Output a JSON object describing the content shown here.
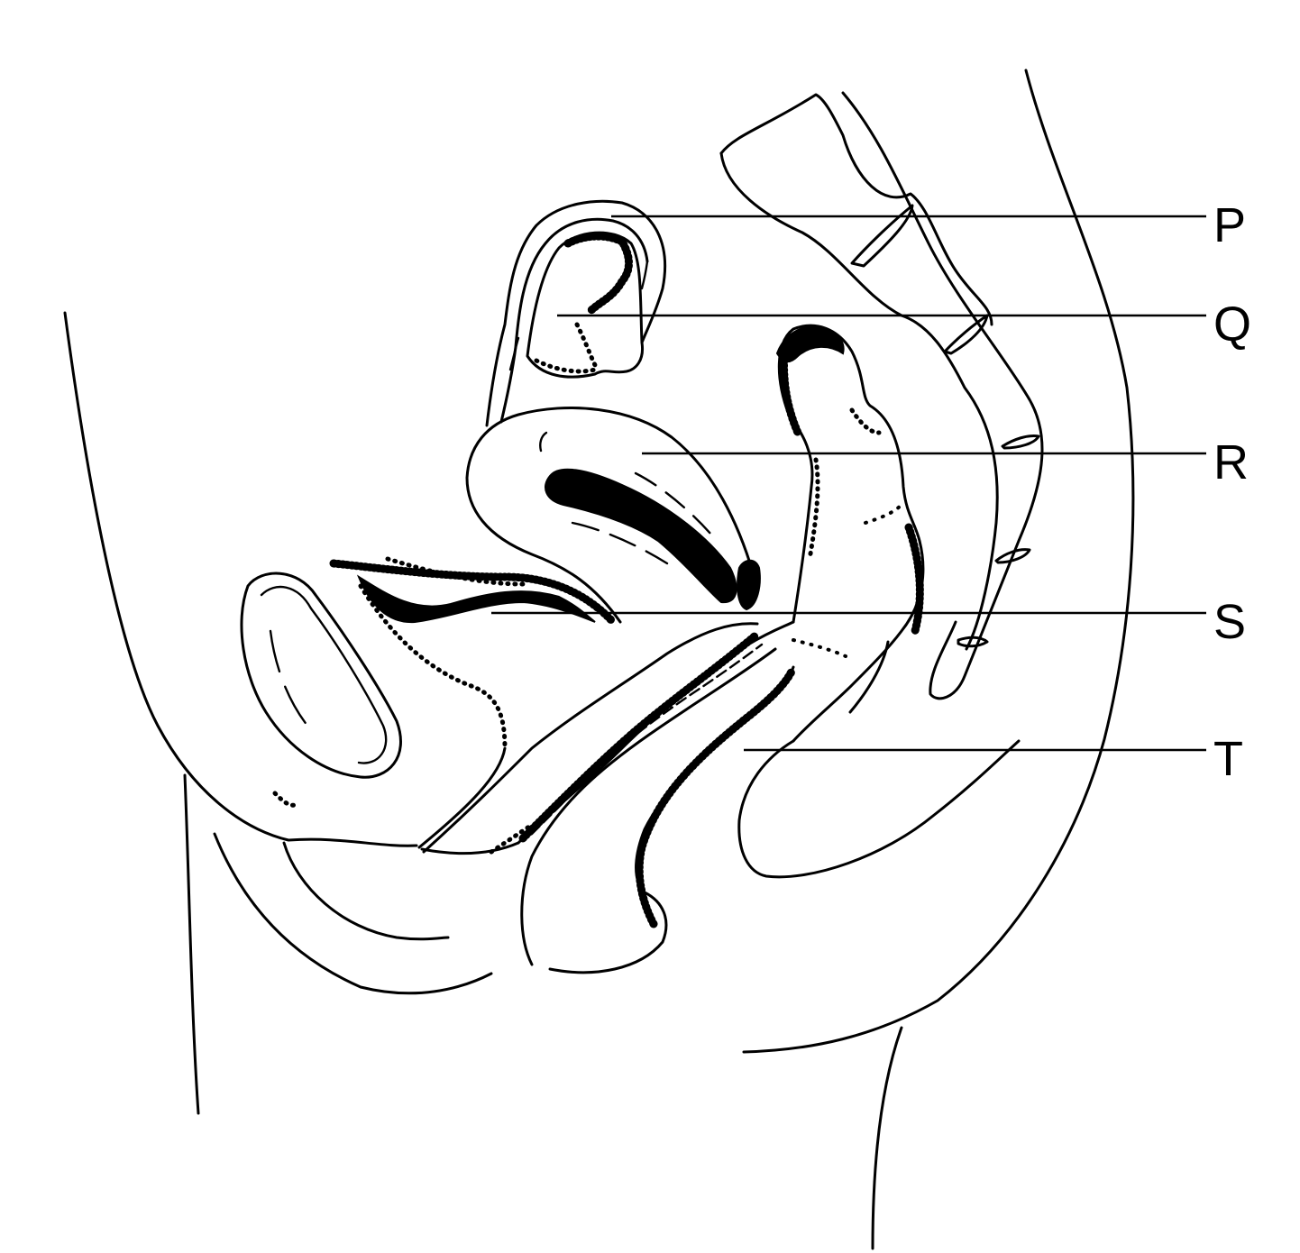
{
  "labels": [
    {
      "id": "P",
      "text": "P"
    },
    {
      "id": "Q",
      "text": "Q"
    },
    {
      "id": "R",
      "text": "R"
    },
    {
      "id": "S",
      "text": "S"
    },
    {
      "id": "T",
      "text": "T"
    }
  ],
  "colors": {
    "line": "#000000",
    "background": "#ffffff"
  }
}
